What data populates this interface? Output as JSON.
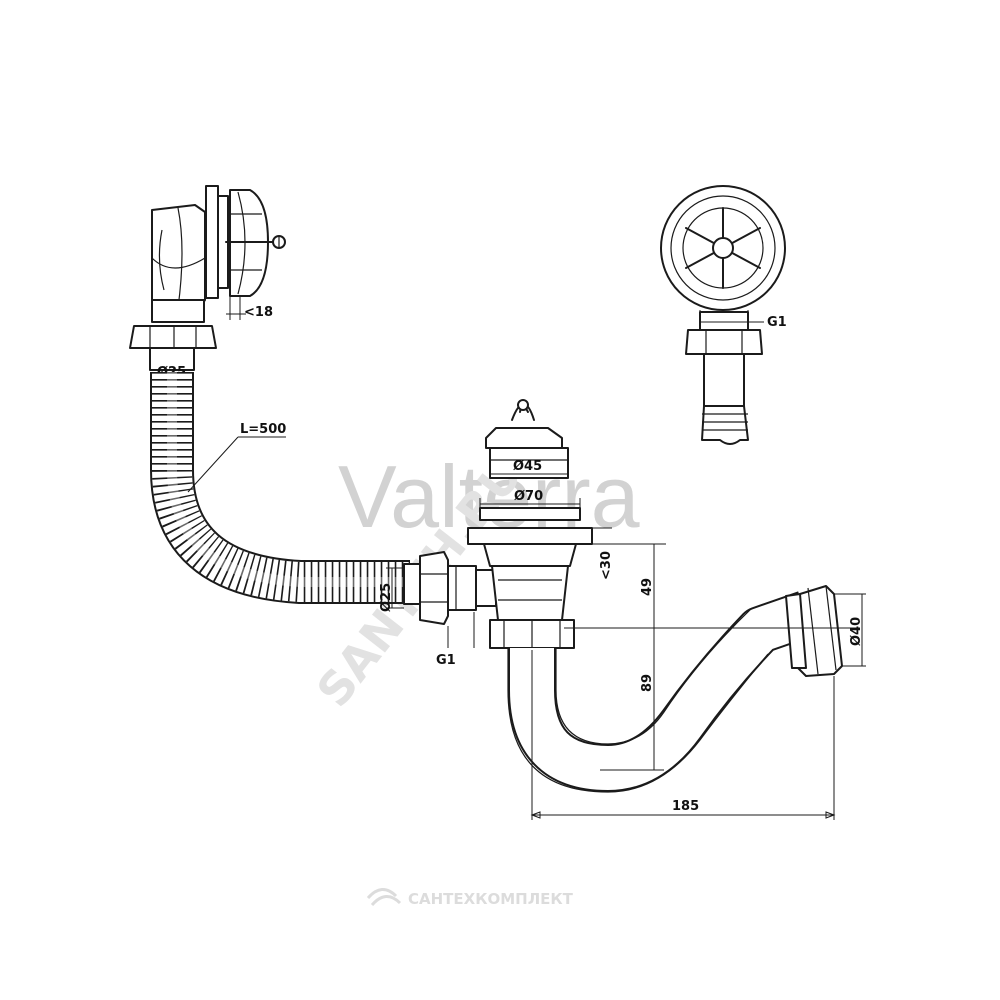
{
  "dimensions": {
    "overflow_offset": "<18",
    "overflow_pipe_dia": "Ø25",
    "hose_length": "L=500",
    "inlet_pipe_dia": "Ø25",
    "inlet_thread": "G1",
    "plug_dia": "Ø45",
    "flange_dia": "Ø70",
    "flange_height": "<30",
    "drain_height": "49",
    "trap_height": "89",
    "outlet_dia": "Ø40",
    "total_width": "185",
    "overflow_thread": "G1"
  },
  "watermarks": {
    "brand": "Valterra",
    "diagonal": "SANTEH.RU",
    "footer": "САНТЕХКОМПЛЕКТ"
  }
}
